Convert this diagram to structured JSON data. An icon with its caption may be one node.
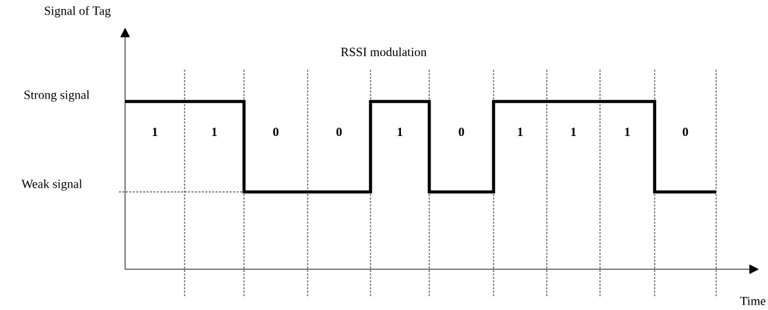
{
  "diagram": {
    "title": "RSSI modulation",
    "labels": [
      "Signal of Tag",
      "Strong signal",
      "1",
      "1",
      "0",
      "0",
      "1",
      "0",
      "1",
      "1",
      "1",
      "0",
      "Weak signal",
      "Time"
    ]
  }
}
